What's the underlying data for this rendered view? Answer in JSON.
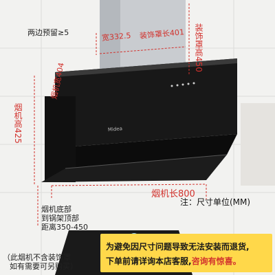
{
  "labels": {
    "side_margin": "两边预留≥5",
    "hood_width": "宽332.5",
    "hood_length": "装饰罩长401",
    "hood_height": "装饰罩高450",
    "machine_width": "烟机宽404",
    "machine_height": "烟机高425",
    "machine_length": "烟机长800",
    "unit_note": "注：尺寸单位(MM)",
    "distance_line1": "烟机底部",
    "distance_line2": "到锅架顶部",
    "distance_line3": "距离350-450",
    "excluded_note": "（此烟机不含装饰罩",
    "excluded_note2": "如有需要可另购买）",
    "brand": "Midea"
  },
  "notice": {
    "line1": "为避免因尺寸问题导致无法安装而退货,",
    "line2_a": "下单前请详询本店客服,",
    "line2_b": "咨询有惊喜。"
  },
  "colors": {
    "dimension_red": "#d2322d",
    "notice_bg": "#ffd84a",
    "hood_black": "#141414"
  }
}
